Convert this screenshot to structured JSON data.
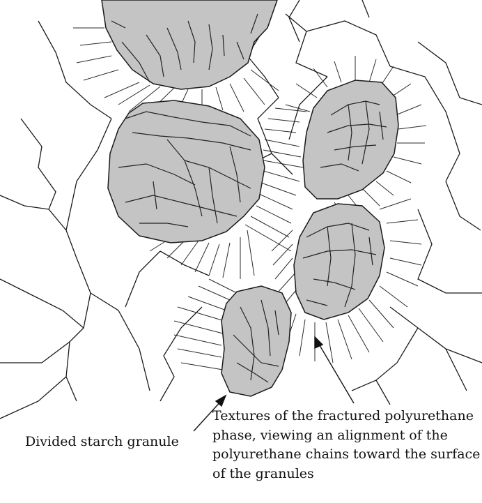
{
  "figure": {
    "colors": {
      "granule_fill": "#c4c4c4",
      "outline": "#1a1a1a",
      "crack": "#222222",
      "texture_line": "#2a2a2a",
      "background": "#ffffff"
    }
  },
  "labels": {
    "divided_granule": "Divided starch granule",
    "texture": {
      "line1": "Textures of the fractured polyurethane",
      "line2": "phase, viewing  an alignment of the",
      "line3": "polyurethane chains toward the surface",
      "line4": "of the granules"
    }
  }
}
